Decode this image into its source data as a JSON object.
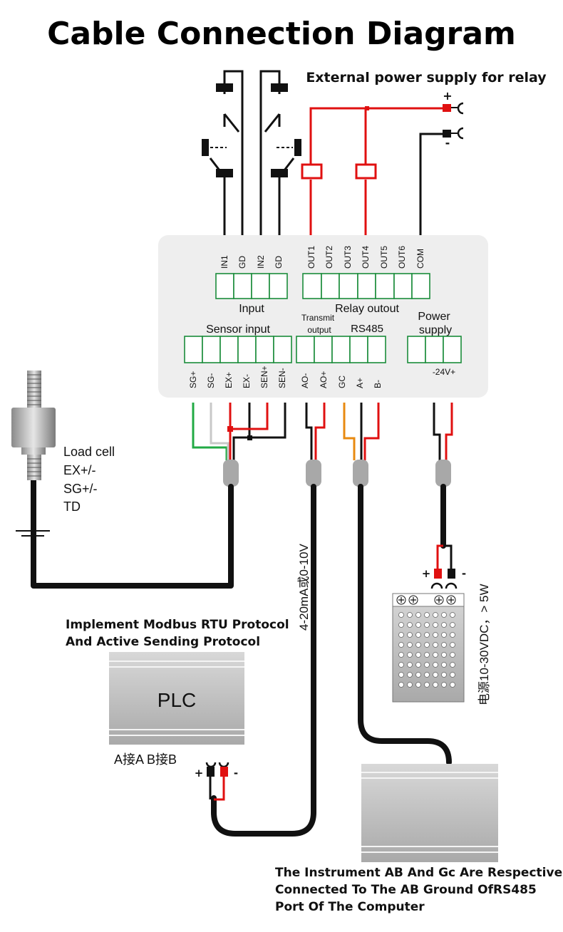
{
  "title": "Cable Connection Diagram",
  "relay_supply_label": "External power supply for relay",
  "relay_supply_plus": "+",
  "relay_supply_minus": "-",
  "top_terminals": [
    "IN1",
    "GD",
    "IN2",
    "GD",
    "OUT1",
    "OUT2",
    "OUT3",
    "OUT4",
    "OUT5",
    "OUT6",
    "COM"
  ],
  "input_label": "Input",
  "relay_label": "Relay outout",
  "sensor_label": "Sensor input",
  "transmit_label_1": "Transmit",
  "transmit_label_2": "output",
  "rs485_label": "RS485",
  "power_label_1": "Power",
  "power_label_2": "supply",
  "bottom_terminals": [
    "SG+",
    "SG-",
    "EX+",
    "EX-",
    "SEN+",
    "SEN-",
    "AO-",
    "AO+",
    "GC",
    "A+",
    "B-"
  ],
  "power_terminals": "-24V+",
  "loadcell": {
    "line1": "Load cell",
    "line2": "EX+/-",
    "line3": "SG+/-",
    "line4": "TD"
  },
  "analog_label": "4-20mA或0-10V",
  "psu_label": "电源10-30VDC，> 5W",
  "psu_plus": "+",
  "psu_minus": "-",
  "plc": {
    "caption_1": "Implement Modbus RTU Protocol",
    "caption_2": "And Active Sending Protocol",
    "label": "PLC",
    "ab_note": "A接A  B接B",
    "plus": "+",
    "minus": "-"
  },
  "computer_caption_1": "The Instrument AB And Gc Are Respectively",
  "computer_caption_2": "Connected To The AB  Ground OfRS485",
  "computer_caption_3": "Port Of The Computer"
}
